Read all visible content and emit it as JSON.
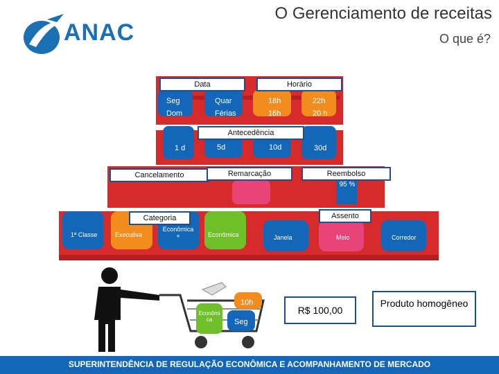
{
  "header": {
    "title": "O Gerenciamento de receitas",
    "subtitle": "O que é?"
  },
  "logo": {
    "text": "ANAC"
  },
  "shelf_top": {
    "data_label": "Data",
    "horario_label": "Horário",
    "data_items": [
      "Seg",
      "Quar",
      "Dom",
      "Férias"
    ],
    "horario_items": [
      "18h",
      "22h",
      "16h",
      "20 h"
    ]
  },
  "antecedencia": {
    "label": "Antecedência",
    "items": [
      "1 d",
      "5d",
      "10d",
      "30d"
    ]
  },
  "middle": {
    "cancelamento": "Cancelamento",
    "remarcacao": "Remarcação",
    "reembolso": "Reembolso",
    "reembolso_value": "95 %"
  },
  "categoria": {
    "label": "Categoria",
    "items": [
      "1ª Classe",
      "Executiva",
      "Econômica +",
      "Econômica"
    ]
  },
  "assento": {
    "label": "Assento",
    "items": [
      "Janela",
      "Meio",
      "Corredor"
    ]
  },
  "cart": {
    "items": [
      "10h",
      "Econômi ca",
      "Seg"
    ]
  },
  "price": "R$ 100,00",
  "homogeneo": "Produto homogêneo",
  "footer": "SUPERINTENDÊNCIA DE REGULAÇÃO ECONÔMICA E ACOMPANHAMENTO DE MERCADO",
  "colors": {
    "shelf": "#d72a2a",
    "blue": "#1466b8",
    "orange": "#f28c1d",
    "green": "#6fbf2a"
  }
}
